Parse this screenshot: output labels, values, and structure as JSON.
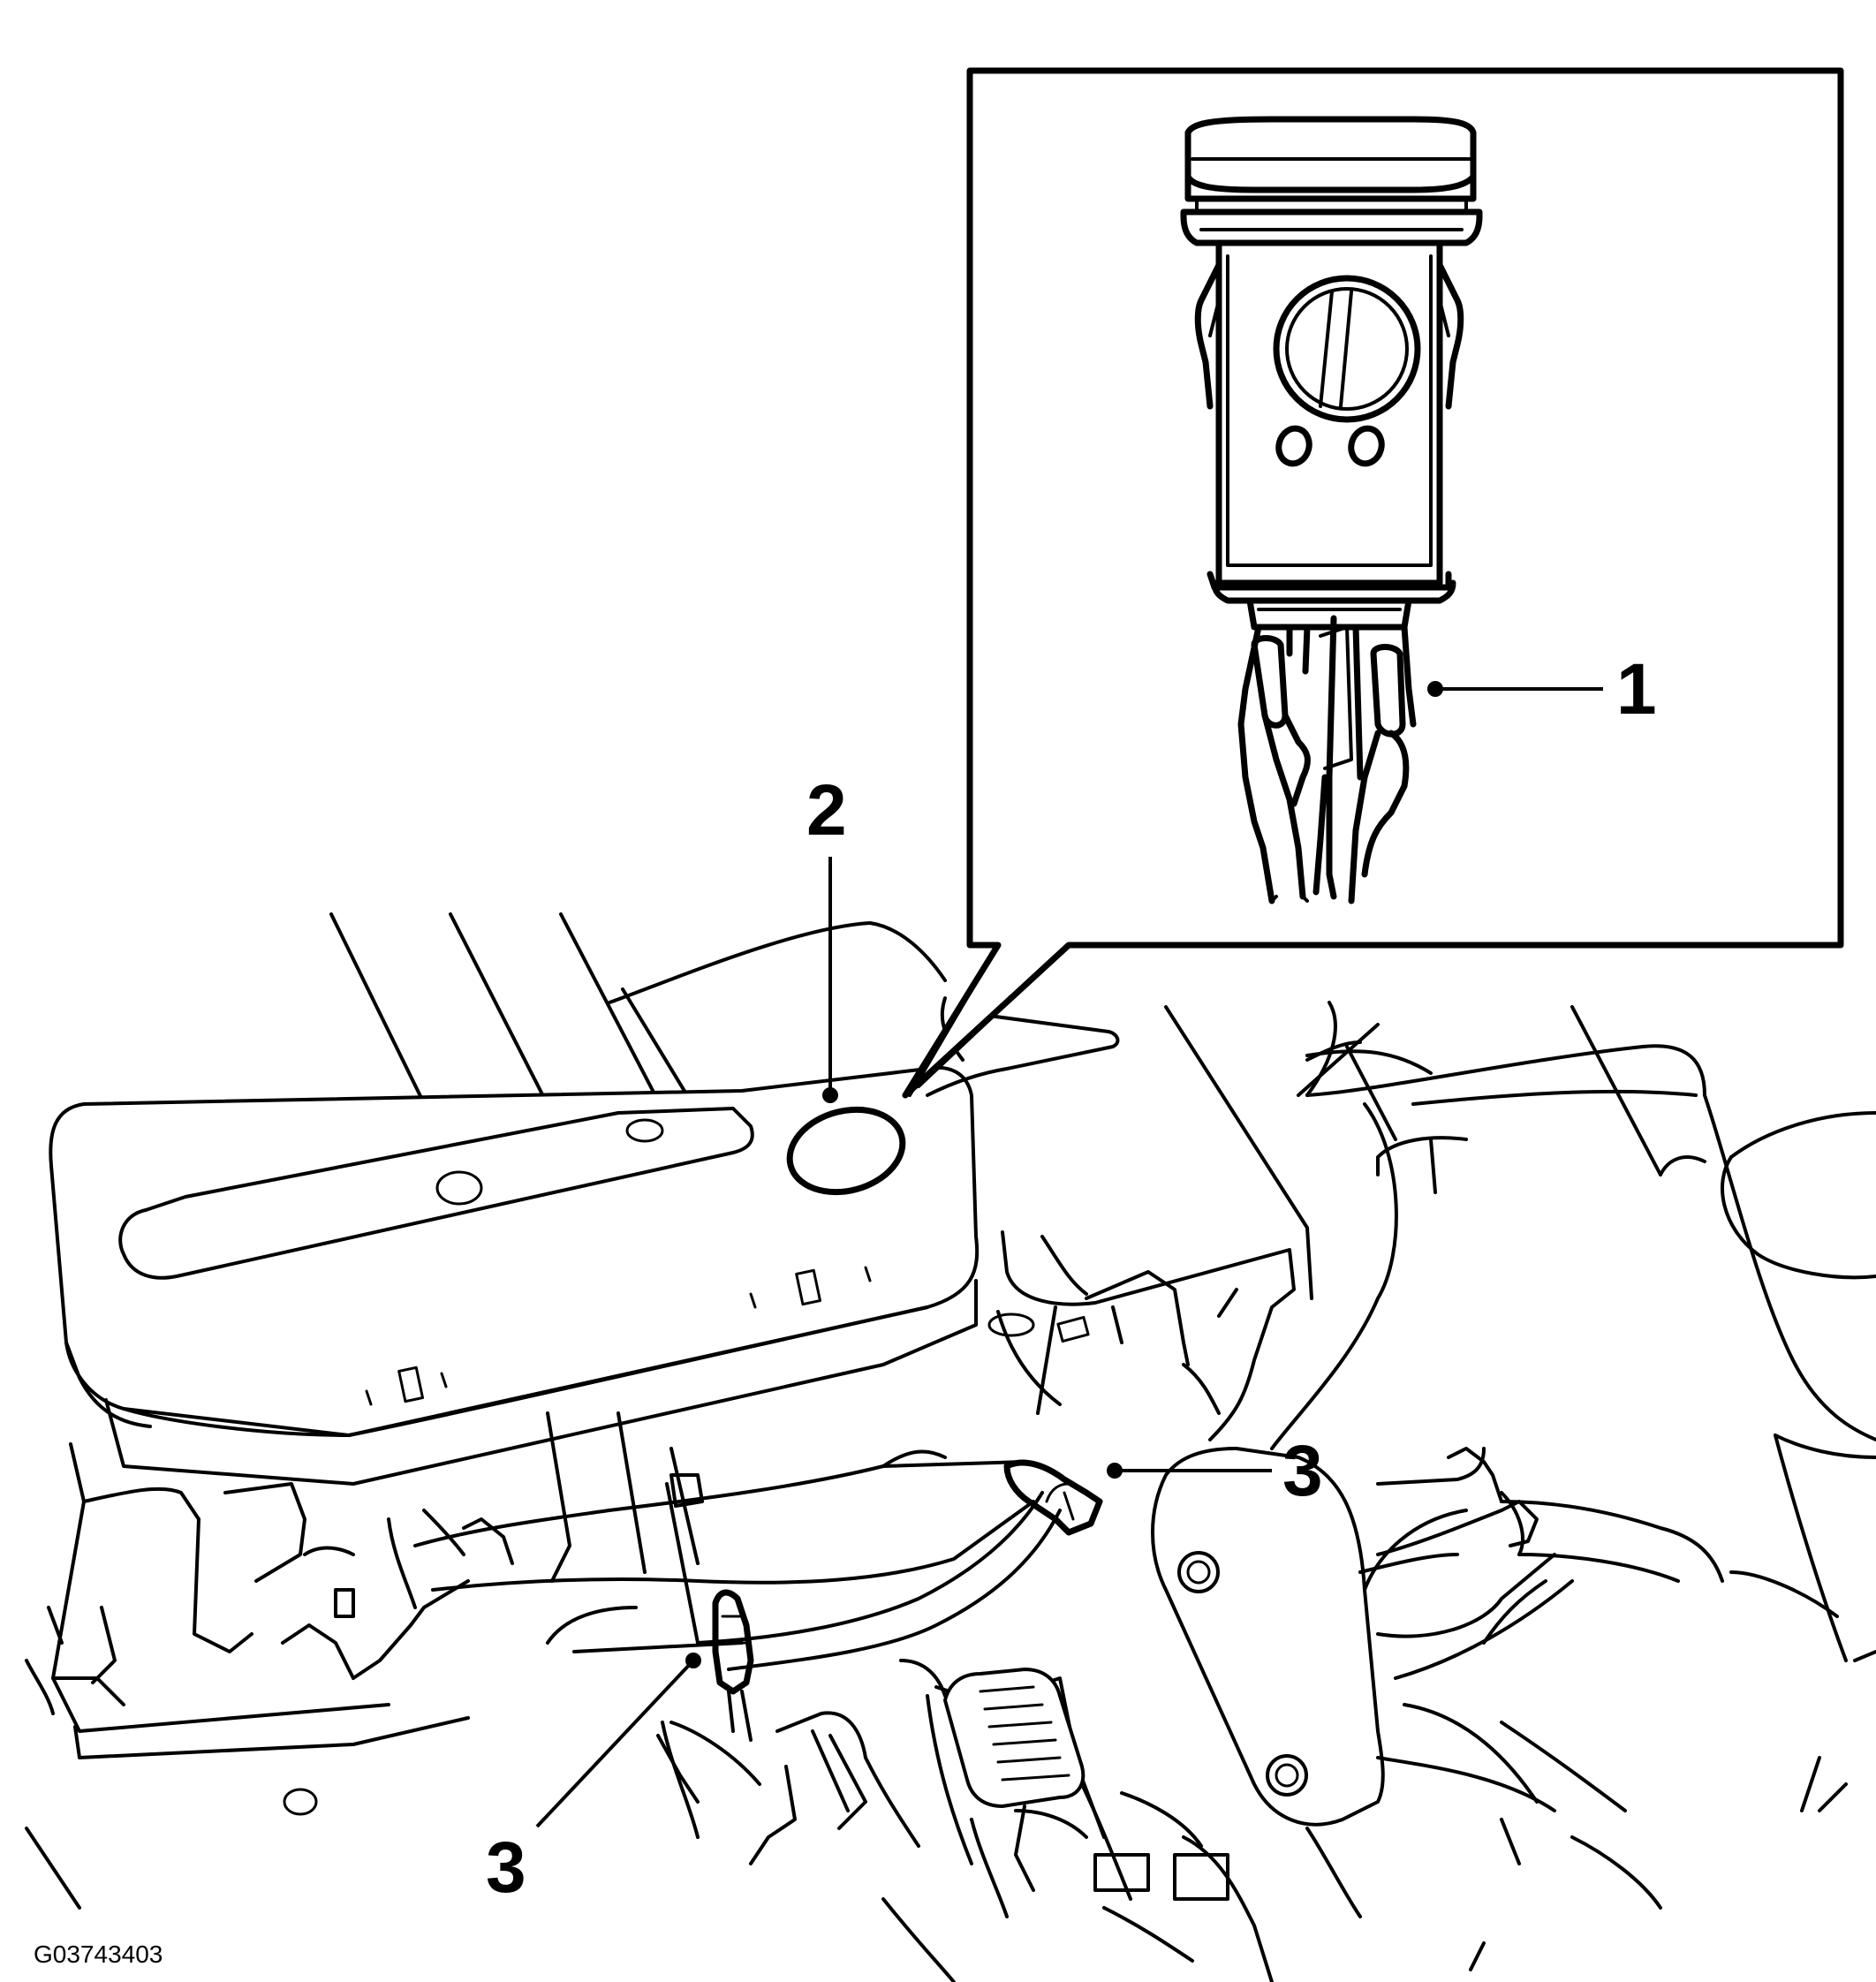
{
  "callouts": {
    "c1": "1",
    "c2": "2",
    "c3a": "3",
    "c3b": "3"
  },
  "figure_code": "G03743403"
}
